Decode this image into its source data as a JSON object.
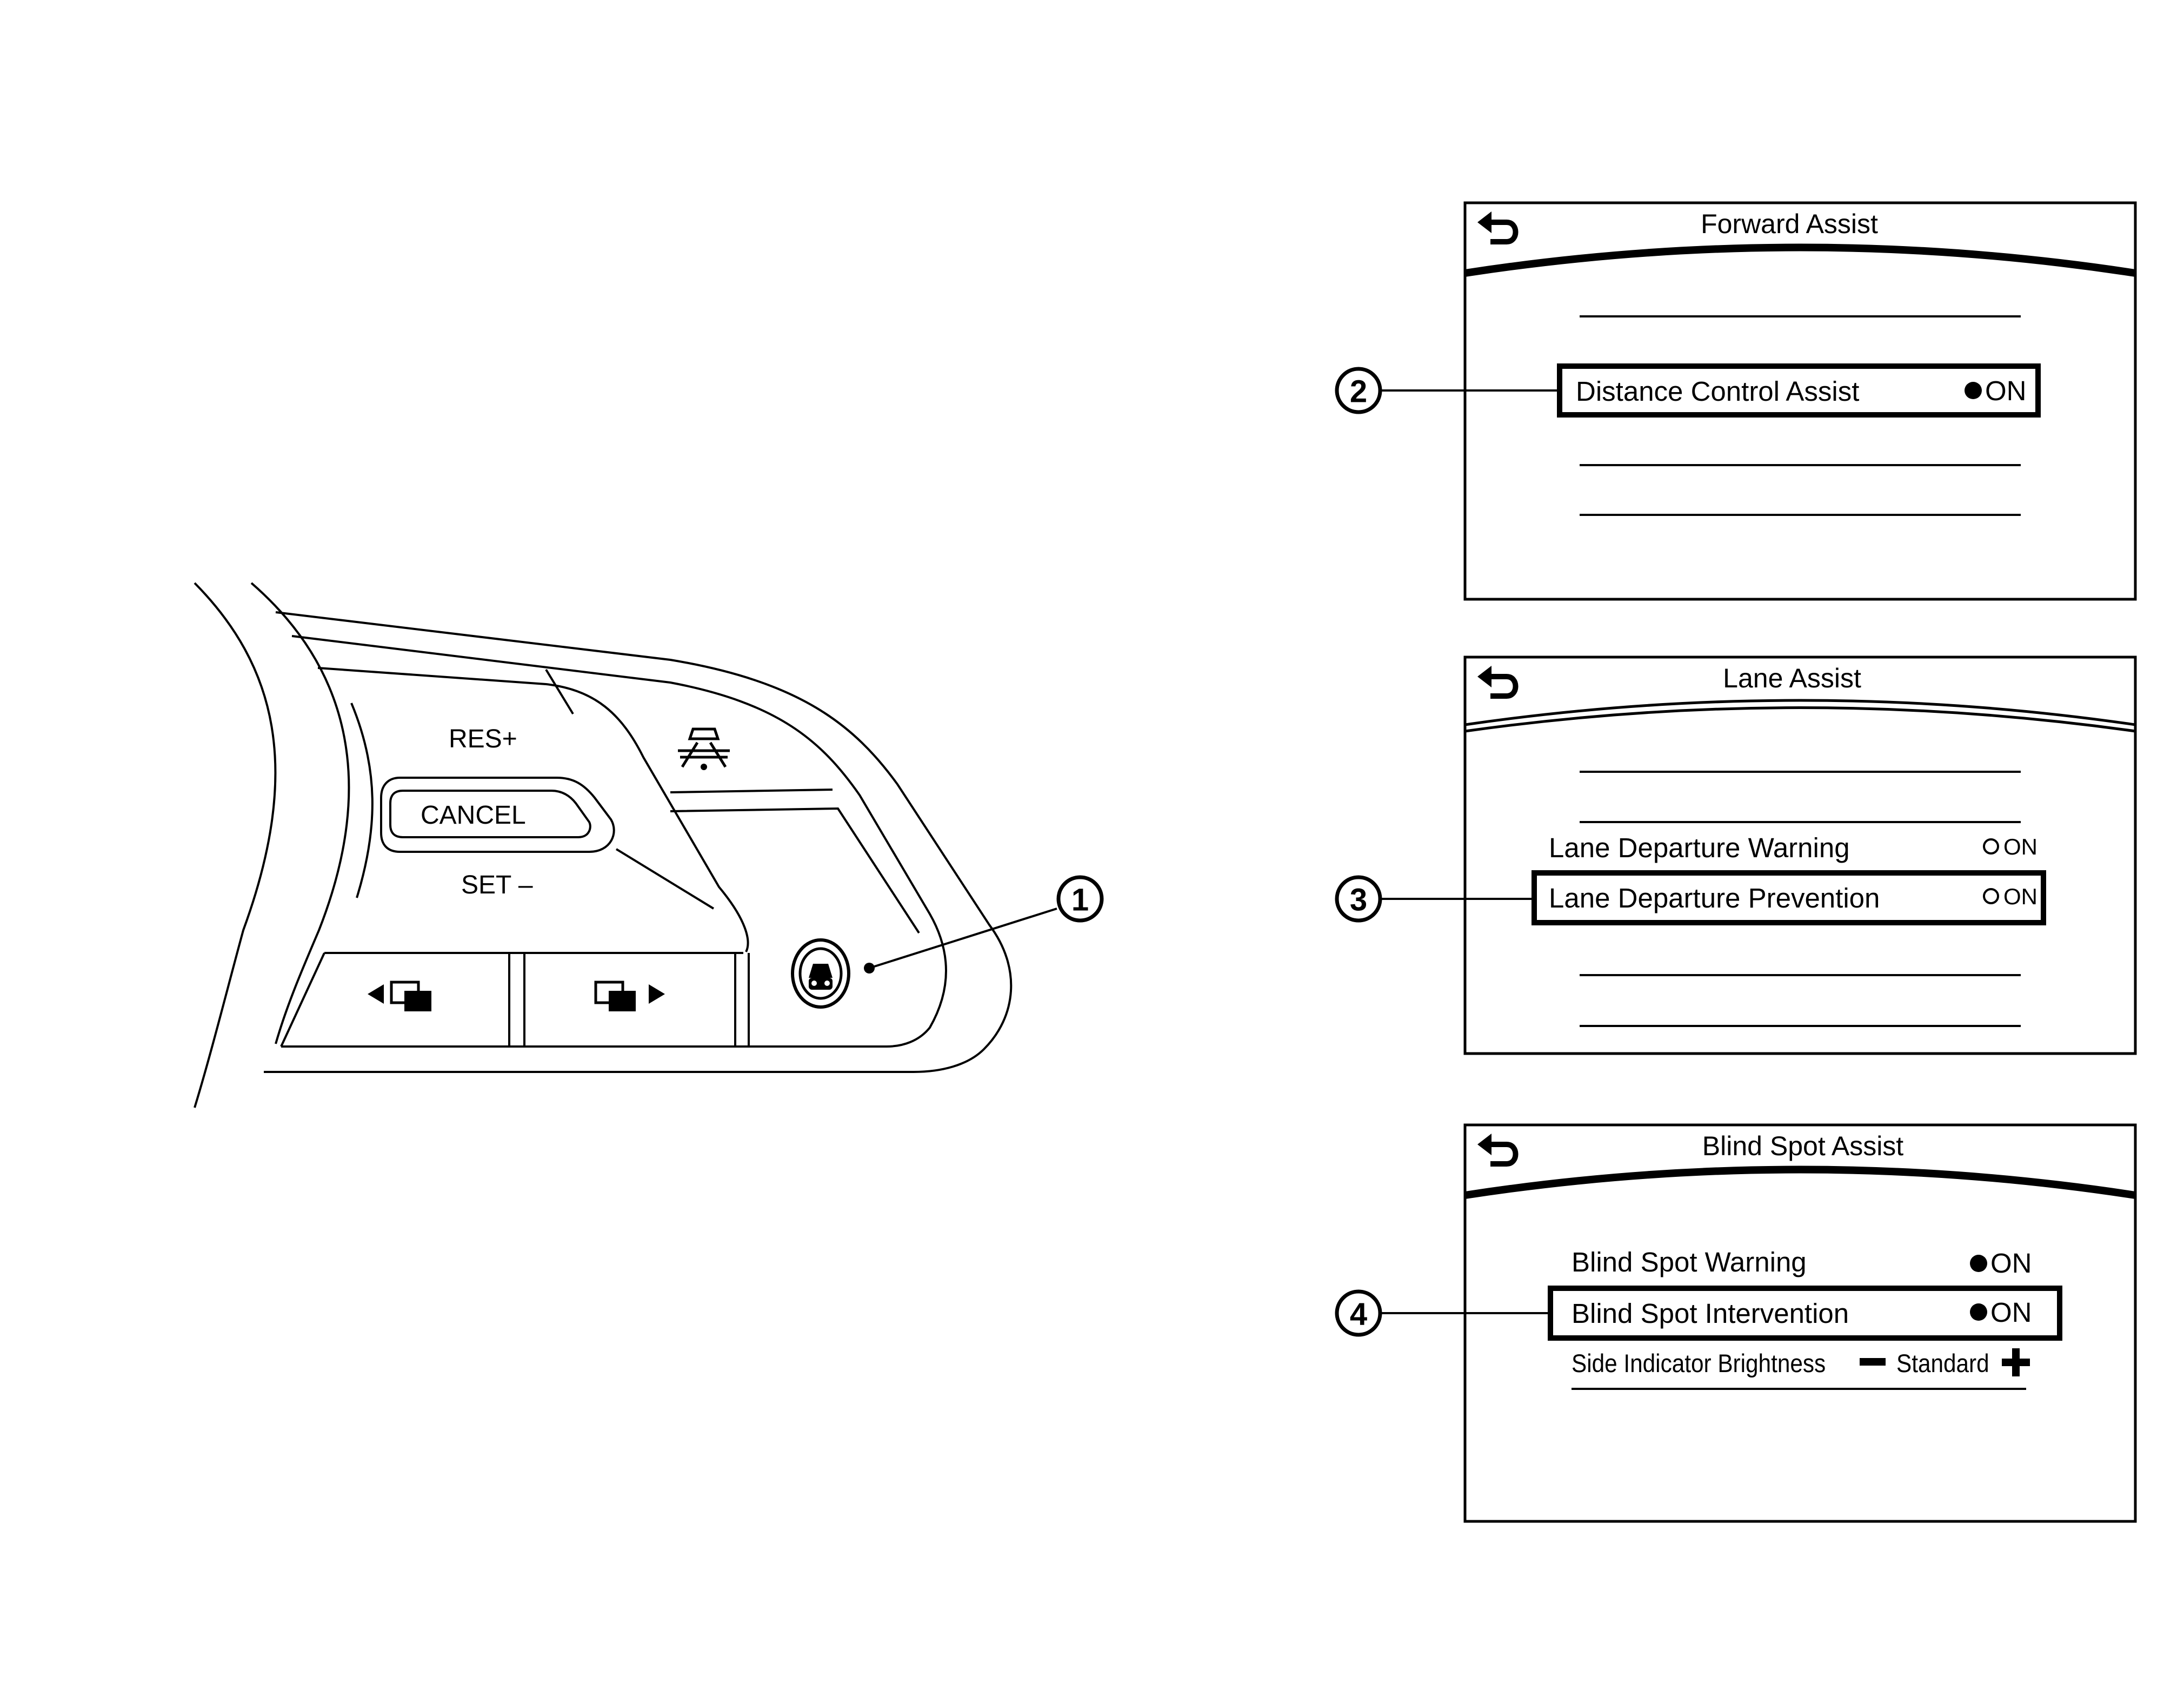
{
  "steering_switch": {
    "res_label": "RES+",
    "cancel_label": "CANCEL",
    "set_label": "SET –"
  },
  "callouts": [
    "1",
    "2",
    "3",
    "4"
  ],
  "screens": [
    {
      "title": "Forward Assist",
      "items": [
        {
          "label": "Distance Control Assist",
          "state_label": "ON",
          "state": "on",
          "highlighted": true
        }
      ]
    },
    {
      "title": "Lane Assist",
      "items": [
        {
          "label": "Lane Departure Warning",
          "state_label": "ON",
          "state": "off",
          "highlighted": false
        },
        {
          "label": "Lane Departure Prevention",
          "state_label": "ON",
          "state": "off",
          "highlighted": true
        }
      ]
    },
    {
      "title": "Blind Spot Assist",
      "items": [
        {
          "label": "Blind Spot Warning",
          "state_label": "ON",
          "state": "on",
          "highlighted": false
        },
        {
          "label": "Blind Spot Intervention",
          "state_label": "ON",
          "state": "on",
          "highlighted": true
        }
      ],
      "brightness": {
        "label": "Side Indicator Brightness",
        "value": "Standard"
      }
    }
  ],
  "icons": [
    "back-arrow-icon",
    "lane-assist-icon",
    "dynamic-driver-assistance-icon",
    "display-prev-icon",
    "display-next-icon",
    "minus-icon",
    "plus-icon"
  ]
}
